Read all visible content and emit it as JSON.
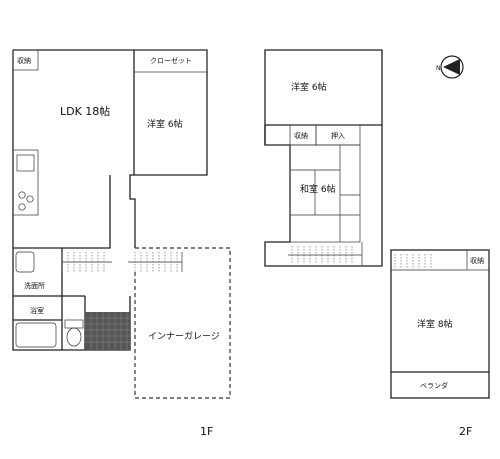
{
  "floor1": {
    "label": "1F",
    "rooms": {
      "storage": "収納",
      "closet": "クローゼット",
      "ldk": "LDK  18帖",
      "western": "洋室  6帖",
      "washroom": "洗面所",
      "bath": "浴室",
      "garage": "インナーガレージ"
    }
  },
  "floor2": {
    "label": "2F",
    "rooms": {
      "western_top": "洋室  6帖",
      "storage_small": "収納",
      "closet_oshiire": "押入",
      "japanese": "和室  6帖",
      "storage_right": "収納",
      "western_8": "洋室  8帖",
      "veranda": "ベランダ"
    }
  },
  "compass": {
    "icon": "north-arrow-icon",
    "letter": "N"
  }
}
